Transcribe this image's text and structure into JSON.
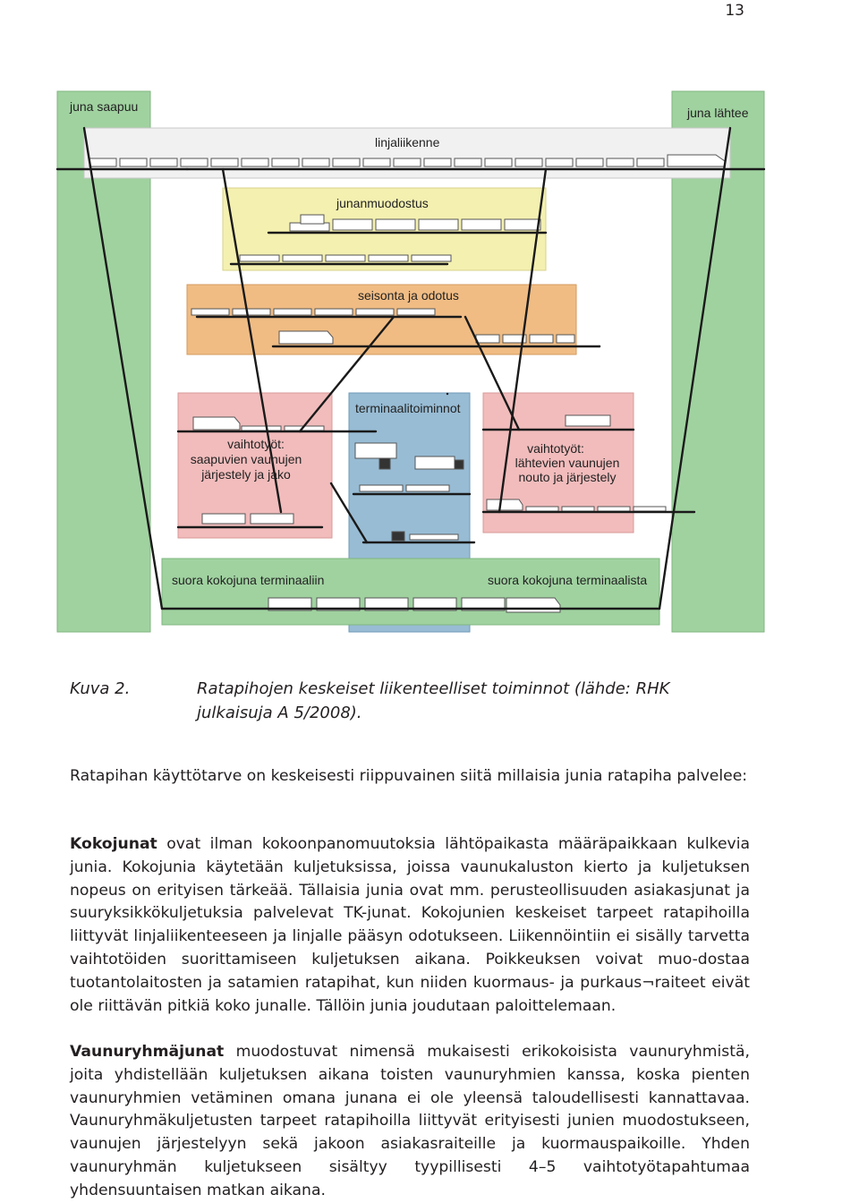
{
  "page": {
    "number": "13"
  },
  "diagram": {
    "labels": {
      "arrive": "juna saapuu",
      "depart": "juna lähtee",
      "line_traffic": "linjaliikenne",
      "train_formation": "junanmuodostus",
      "standing": "seisonta ja odotus",
      "terminal": "terminaalitoiminnot",
      "shunting_in_1": "vaihtotyöt:",
      "shunting_in_2": "saapuvien vaunujen",
      "shunting_in_3": "järjestely ja jako",
      "shunting_out_1": "vaihtotyöt:",
      "shunting_out_2": "lähtevien vaunujen",
      "shunting_out_3": "nouto ja järjestely",
      "direct_in": "suora kokojuna terminaaliin",
      "direct_out": "suora kokojuna terminaalista"
    },
    "colors": {
      "green": "#a0d2a0",
      "yellow": "#f4f0b0",
      "orange": "#f0bc84",
      "pink": "#f2bcbc",
      "blue": "#98bcd4",
      "track": "#1a1a1a"
    }
  },
  "caption": {
    "number": "Kuva 2.",
    "text": "Ratapihojen keskeiset liikenteelliset toiminnot (lähde: RHK julkaisuja A 5/2008)."
  },
  "paragraphs": {
    "p1": "Ratapihan käyttötarve on keskeisesti riippuvainen siitä millaisia junia ratapiha palvelee:",
    "p2_bold": "Kokojunat",
    "p2_rest": " ovat ilman kokoonpanomuutoksia lähtöpaikasta määräpaikkaan kulkevia junia. Kokojunia käytetään kuljetuksissa, joissa vaunukaluston kierto ja kuljetuksen nopeus on erityisen tärkeää. Tällaisia junia ovat mm. perusteollisuuden asiakasjunat ja suuryksikkökuljetuksia palvelevat TK-junat. Kokojunien keskeiset tarpeet ratapihoilla liittyvät linjaliikenteeseen ja linjalle pääsyn odotukseen. Liikennöintiin ei sisälly tarvetta vaihtotöiden suorittamiseen kuljetuksen aikana. Poikkeuksen voivat muo-dostaa tuotantolaitosten ja satamien ratapihat, kun niiden kuormaus- ja purkaus¬raiteet eivät ole riittävän pitkiä koko junalle. Tällöin junia joudutaan paloittelemaan.",
    "p3_bold": "Vaunuryhmäjunat",
    "p3_rest": " muodostuvat nimensä mukaisesti erikokoisista vaunuryhmistä, joita yhdistellään kuljetuksen aikana toisten vaunuryhmien kanssa, koska pienten vaunuryhmien vetäminen omana junana ei ole yleensä taloudellisesti kannattavaa. Vaunuryhmäkuljetusten tarpeet ratapihoilla liittyvät erityisesti junien muodostukseen, vaunujen järjestelyyn sekä jakoon asiakasraiteille ja kuormauspaikoille. Yhden vaunuryhmän kuljetukseen sisältyy tyypillisesti 4–5 vaihtotyötapahtumaa yhdensuuntaisen matkan aikana."
  }
}
